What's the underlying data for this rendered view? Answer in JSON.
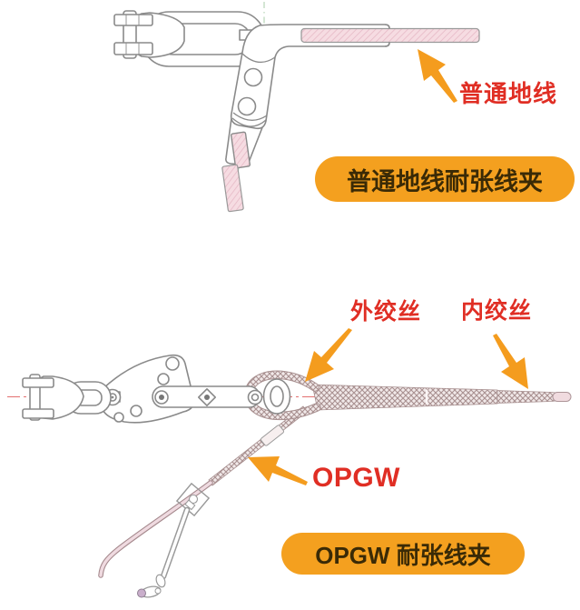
{
  "figure_top": {
    "name": "普通地线耐张线夹",
    "callout": {
      "label": "普通地线"
    },
    "badge": {
      "label": "普通地线耐张线夹"
    }
  },
  "figure_bottom": {
    "name": "OPGW 耐张线夹",
    "callouts": {
      "outer_strand": "外绞丝",
      "inner_strand": "内绞丝",
      "cable": "OPGW"
    },
    "badge": {
      "label": "OPGW 耐张线夹"
    }
  },
  "icons": {
    "arrow_ground_wire": "orange-arrow-up-left",
    "arrow_outer_strand": "orange-arrow-down-left",
    "arrow_inner_strand": "orange-arrow-down-right",
    "arrow_opgw": "orange-arrow-up-left"
  },
  "colors": {
    "background": "#FFFFFF",
    "accent_orange": "#F49C1E",
    "callout_red": "#E02E24",
    "badge_fill": "#F4A01F",
    "badge_text": "#3A2A06",
    "cable_pink": "#F6DCE2",
    "strand_gray": "#A89090",
    "drawing_gray": "#8A8A8A",
    "centerline_red": "#E06060",
    "centerline_green": "#A9CDA9"
  }
}
